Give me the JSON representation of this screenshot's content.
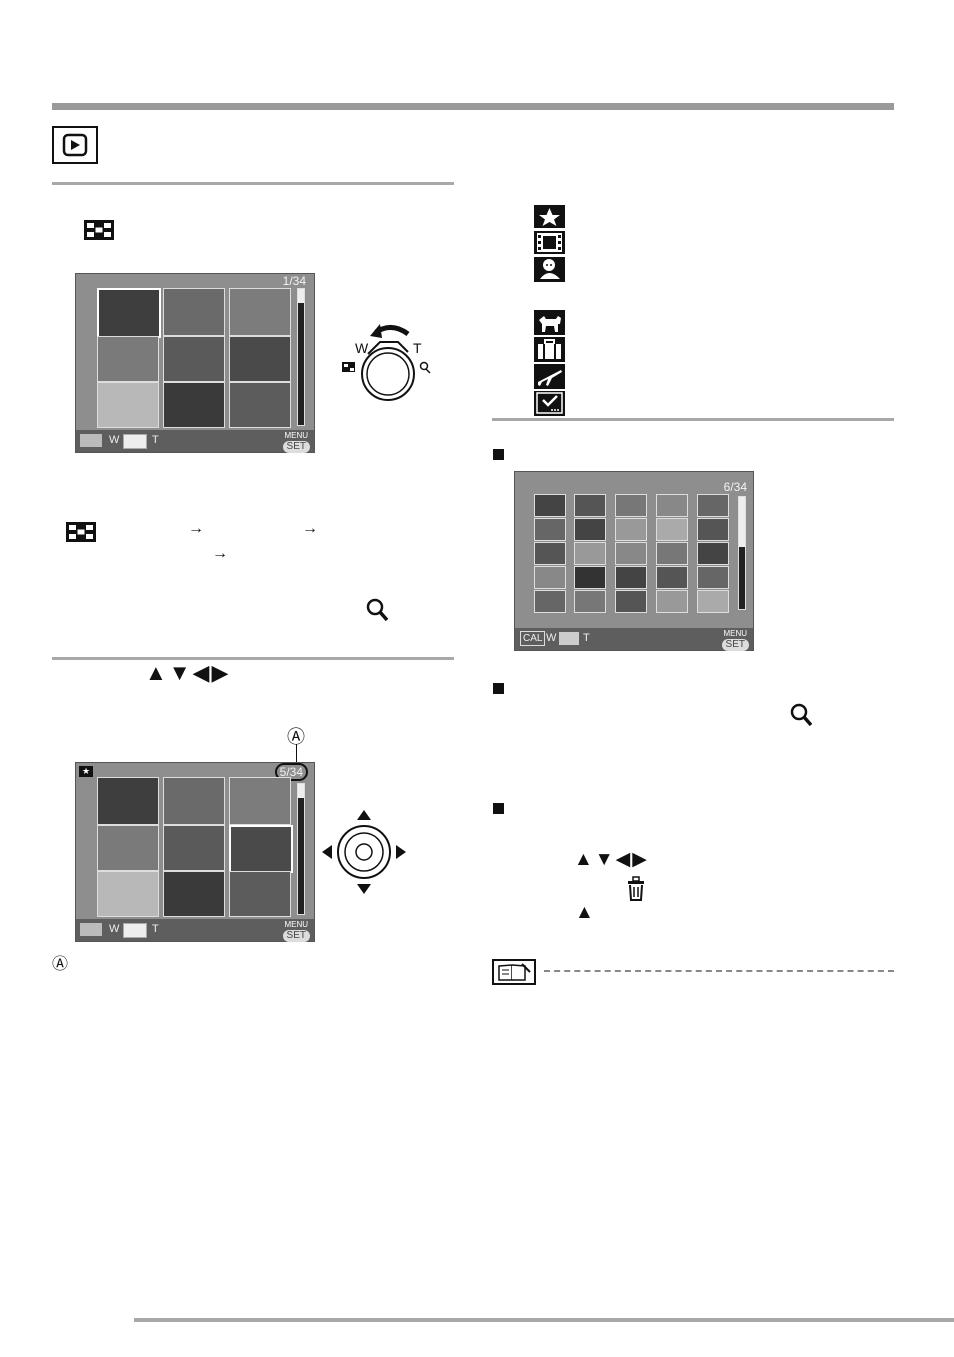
{
  "icons": {
    "playback": "playback-mode-icon",
    "multi_display": "multi-display-icon",
    "magnify": "magnify-icon",
    "favorite": "star-icon",
    "motion": "motion-picture-icon",
    "baby": "baby-icon",
    "pet": "pet-icon",
    "travel": "suitcase-icon",
    "flight": "airplane-icon",
    "check": "check-list-icon",
    "trash": "trash-icon",
    "note": "note-book-icon"
  },
  "screen1": {
    "counter": "1/34",
    "w": "W",
    "t": "T",
    "menu": "MENU",
    "set": "SET"
  },
  "screen2": {
    "counter": "6/34",
    "cal": "CAL",
    "w": "W",
    "t": "T",
    "menu": "MENU",
    "set": "SET"
  },
  "screen3": {
    "counter": "5/34",
    "w": "W",
    "t": "T",
    "menu": "MENU",
    "set": "SET"
  },
  "lever": {
    "w": "W",
    "t": "T"
  },
  "callout": {
    "label": "Ⓐ",
    "legend": "Ⓐ"
  },
  "arrows": {
    "a1": "→",
    "a2": "→",
    "a3": "→"
  },
  "nav": {
    "four_way": "▲▼◀▶",
    "four_way_2": "▲▼◀▶",
    "up": "▲"
  }
}
